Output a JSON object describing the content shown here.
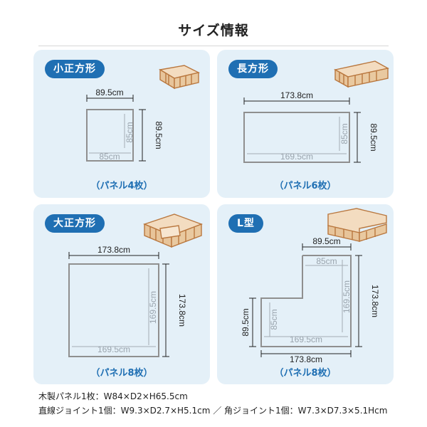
{
  "title": "サイズ情報",
  "cards": [
    {
      "label": "小正方形",
      "width": "89.5cm",
      "depth": "89.5cm",
      "inner_w": "85cm",
      "inner_d": "85cm",
      "panels": "（パネル4枚）"
    },
    {
      "label": "長方形",
      "width": "173.8cm",
      "depth": "89.5cm",
      "inner_w": "169.5cm",
      "inner_d": "85cm",
      "panels": "（パネル6枚）"
    },
    {
      "label": "大正方形",
      "width": "173.8cm",
      "depth": "173.8cm",
      "inner_w": "169.5cm",
      "inner_d": "169.5cm",
      "panels": "（パネル8枚）"
    },
    {
      "label": "L型",
      "top_w": "89.5cm",
      "top_inner": "85cm",
      "depth": "173.8cm",
      "inner_d": "169.5cm",
      "left_depth": "89.5cm",
      "left_inner": "85cm",
      "bottom_inner": "169.5cm",
      "width": "173.8cm",
      "panels": "（パネル8枚）"
    }
  ],
  "specs": [
    "木製パネル1枚：W84×D2×H65.5cm",
    "直線ジョイント1個：W9.3×D2.7×H5.1cm ／ 角ジョイント1個：W7.3×D7.3×5.1Hcm"
  ]
}
